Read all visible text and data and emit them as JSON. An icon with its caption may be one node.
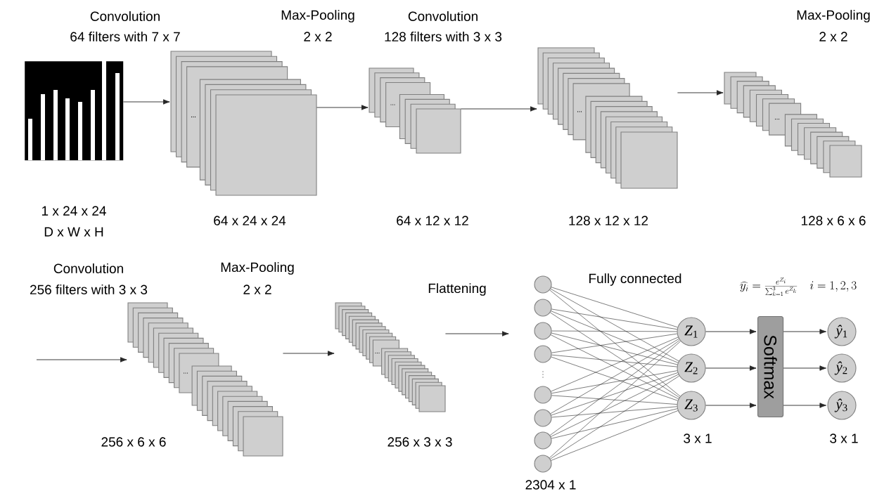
{
  "diagram": {
    "nodes": [
      {
        "text": [],
        "shape": "picture"
      },
      {
        "text": [],
        "shape": "stack"
      },
      {
        "text": [],
        "shape": "stack"
      },
      {
        "text": [],
        "shape": "stack"
      },
      {
        "text": [],
        "shape": "stack"
      },
      {
        "text": [],
        "shape": "stack"
      },
      {
        "text": [],
        "shape": "stack"
      },
      {
        "text": [],
        "shape": "circle"
      },
      {
        "text": [],
        "shape": "circle"
      },
      {
        "text": [],
        "shape": "circle"
      },
      {
        "text": [],
        "shape": "circle"
      },
      {
        "text": [],
        "shape": "circle"
      },
      {
        "text": [],
        "shape": "circle"
      },
      {
        "text": [],
        "shape": "circle"
      },
      {
        "text": [],
        "shape": "circle"
      },
      {
        "text": [
          "*Z*$_{1}$"
        ]
      },
      {
        "text": [
          "*Z*$_{2}$"
        ]
      },
      {
        "text": [
          "*Z*$_{3}$"
        ]
      },
      {
        "text": [
          "Softmax"
        ]
      },
      {
        "text": [
          "*ŷ*$_{1}$"
        ]
      },
      {
        "text": [
          "*ŷ*$_{2}$"
        ]
      },
      {
        "text": [
          "*ŷ*$_{3}$"
        ]
      }
    ],
    "edges": [
      {
        "from": 0,
        "to": 1,
        "arrow": "to"
      },
      {
        "from": 1,
        "to": 2,
        "arrow": "to"
      },
      {
        "from": 2,
        "to": 3,
        "arrow": "to"
      },
      {
        "from": 3,
        "to": 4,
        "arrow": "to"
      },
      {
        "from": null,
        "to": 5,
        "arrow": "to"
      },
      {
        "from": 5,
        "to": 6,
        "arrow": "to"
      },
      {
        "from": 6,
        "to": null,
        "arrow": "to"
      },
      {
        "from": 7,
        "to": 15,
        "arrow": "none"
      },
      {
        "from": 7,
        "to": 16,
        "arrow": "none"
      },
      {
        "from": 7,
        "to": 17,
        "arrow": "none"
      },
      {
        "from": 8,
        "to": 15,
        "arrow": "none"
      },
      {
        "from": 8,
        "to": 16,
        "arrow": "none"
      },
      {
        "from": 8,
        "to": 17,
        "arrow": "none"
      },
      {
        "from": 9,
        "to": 15,
        "arrow": "none"
      },
      {
        "from": 9,
        "to": 16,
        "arrow": "none"
      },
      {
        "from": 9,
        "to": 17,
        "arrow": "none"
      },
      {
        "from": 10,
        "to": 15,
        "arrow": "none"
      },
      {
        "from": 10,
        "to": 16,
        "arrow": "none"
      },
      {
        "from": 10,
        "to": 17,
        "arrow": "none"
      },
      {
        "from": 11,
        "to": 15,
        "arrow": "none"
      },
      {
        "from": 11,
        "to": 16,
        "arrow": "none"
      },
      {
        "from": 11,
        "to": 17,
        "arrow": "none"
      },
      {
        "from": 12,
        "to": 15,
        "arrow": "none"
      },
      {
        "from": 12,
        "to": 16,
        "arrow": "none"
      },
      {
        "from": 12,
        "to": 17,
        "arrow": "none"
      },
      {
        "from": 13,
        "to": 15,
        "arrow": "none"
      },
      {
        "from": 13,
        "to": 16,
        "arrow": "none"
      },
      {
        "from": 13,
        "to": 17,
        "arrow": "none"
      },
      {
        "from": 14,
        "to": 15,
        "arrow": "none"
      },
      {
        "from": 14,
        "to": 16,
        "arrow": "none"
      },
      {
        "from": 14,
        "to": 17,
        "arrow": "none"
      },
      {
        "from": 15,
        "to": 18,
        "arrow": "to"
      },
      {
        "from": 16,
        "to": 18,
        "arrow": "to"
      },
      {
        "from": 17,
        "to": 18,
        "arrow": "to"
      },
      {
        "from": 18,
        "to": 19,
        "arrow": "to"
      },
      {
        "from": 18,
        "to": 20,
        "arrow": "to"
      },
      {
        "from": 18,
        "to": 21,
        "arrow": "to"
      }
    ],
    "labels": [
      "Convolution",
      "64 filters with 7 x 7",
      "Max-Pooling",
      "2 x 2",
      "Convolution",
      "128 filters with 3 x 3",
      "Max-Pooling",
      "2 x 2",
      "1 x 24 x 24",
      "D x W x H",
      "64 x 24 x 24",
      "64 x 12 x 12",
      "128 x 12 x 12",
      "128 x 6 x 6",
      "Convolution",
      "256 filters with 3 x 3",
      "Max-Pooling",
      "2 x 2",
      "Flattening",
      "Fully connected",
      "\\widehat{y_i} = \\frac{e^{Z_i}}{\\sum_{k=1}^{3} e^{Z_k}} \\quad i = 1,2,3",
      "256 x 6 x 6",
      "256 x 3 x 3",
      "3 x 1",
      "3 x 1",
      "2304 x 1"
    ]
  }
}
